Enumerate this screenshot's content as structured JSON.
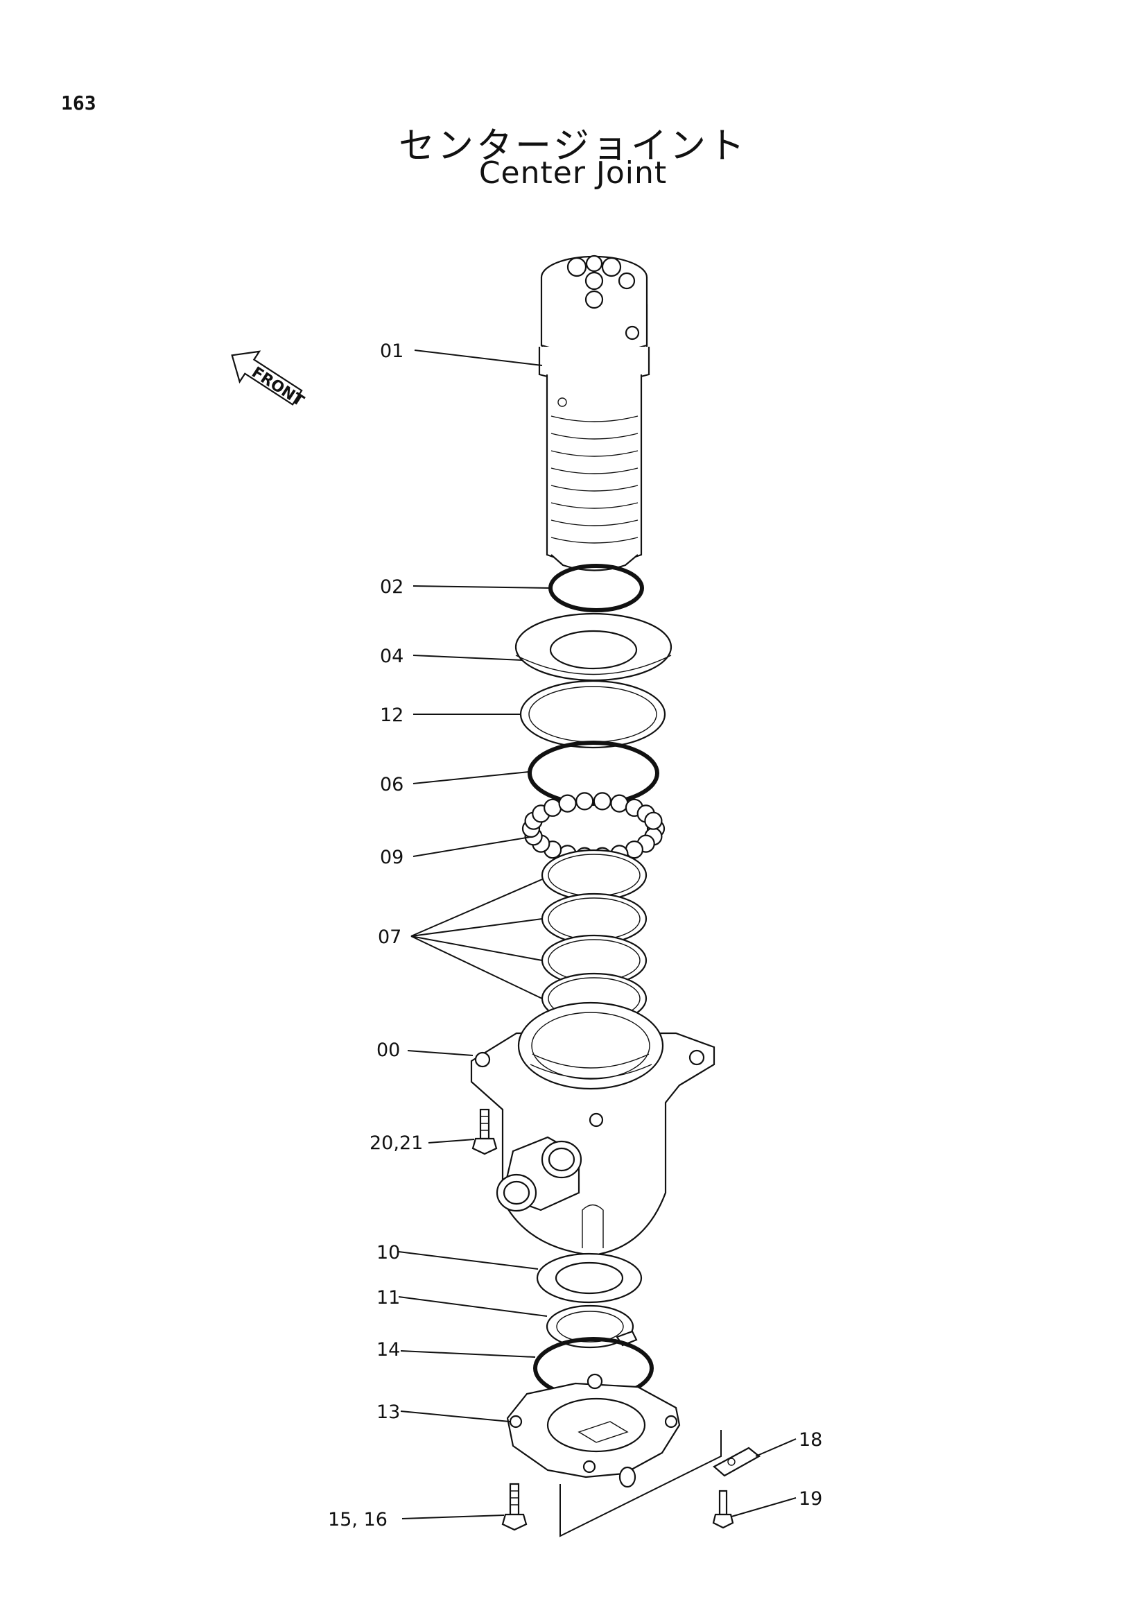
{
  "page_number": "163",
  "title_jp": "センタージョイント",
  "title_en": "Center Joint",
  "front_label": "FRONT",
  "callouts": [
    {
      "id": "01",
      "label": "01"
    },
    {
      "id": "02",
      "label": "02"
    },
    {
      "id": "04",
      "label": "04"
    },
    {
      "id": "12",
      "label": "12"
    },
    {
      "id": "06",
      "label": "06"
    },
    {
      "id": "09",
      "label": "09"
    },
    {
      "id": "07",
      "label": "07"
    },
    {
      "id": "00",
      "label": "00"
    },
    {
      "id": "20_21",
      "label": "20,21"
    },
    {
      "id": "10",
      "label": "10"
    },
    {
      "id": "11",
      "label": "11"
    },
    {
      "id": "14",
      "label": "14"
    },
    {
      "id": "13",
      "label": "13"
    },
    {
      "id": "15_16",
      "label": "15, 16"
    },
    {
      "id": "18",
      "label": "18"
    },
    {
      "id": "19",
      "label": "19"
    }
  ]
}
